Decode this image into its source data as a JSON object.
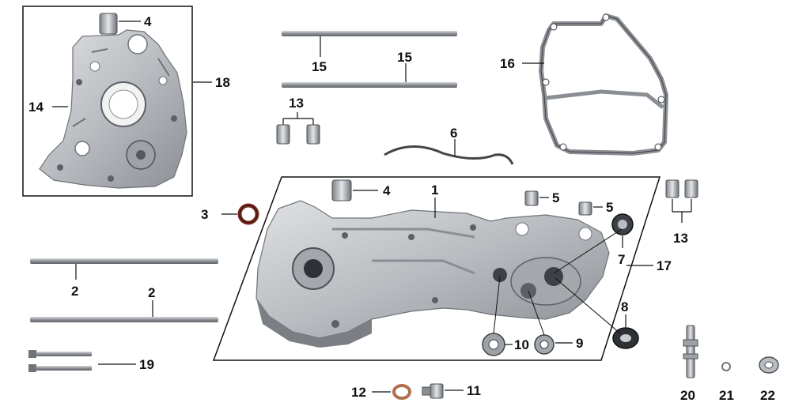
{
  "diagram": {
    "callouts": {
      "c1": "1",
      "c2a": "2",
      "c2b": "2",
      "c3": "3",
      "c4a": "4",
      "c4b": "4",
      "c5a": "5",
      "c5b": "5",
      "c6": "6",
      "c7": "7",
      "c8": "8",
      "c9": "9",
      "c10": "10",
      "c11": "11",
      "c12": "12",
      "c13a": "13",
      "c13b": "13",
      "c14": "14",
      "c15a": "15",
      "c15b": "15",
      "c16": "16",
      "c17": "17",
      "c18": "18",
      "c19": "19",
      "c20": "20",
      "c21": "21",
      "c22": "22"
    },
    "colors": {
      "metal": "#b9bcc0",
      "metal_dark": "#6f7378",
      "line": "#111111",
      "seal": "#7a2a20"
    }
  }
}
